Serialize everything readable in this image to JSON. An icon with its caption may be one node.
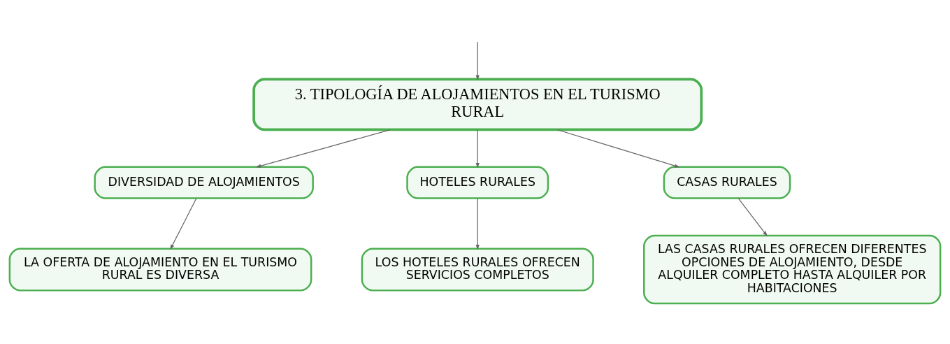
{
  "diagram": {
    "nodes": [
      {
        "text": [
          "3. TIPOLOGÍA DE ALOJAMIENTOS EN EL TURISMO RURAL"
        ]
      },
      {
        "text": [
          "DIVERSIDAD DE ALOJAMIENTOS"
        ]
      },
      {
        "text": [
          "HOTELES RURALES"
        ]
      },
      {
        "text": [
          "CASAS RURALES"
        ]
      },
      {
        "text": [
          "LA OFERTA DE ALOJAMIENTO EN EL TURISMO RURAL ES DIVERSA"
        ]
      },
      {
        "text": [
          "LOS HOTELES RURALES OFRECEN SERVICIOS COMPLETOS"
        ]
      },
      {
        "text": [
          "LAS CASAS RURALES OFRECEN DIFERENTES OPCIONES DE ALOJAMIENTO, DESDE ALQUILER COMPLETO HASTA ALQUILER POR HABITACIONES"
        ]
      }
    ],
    "edges": [
      {
        "from": null,
        "to": 0,
        "arrow": "to"
      },
      {
        "from": 0,
        "to": 1,
        "arrow": "to"
      },
      {
        "from": 0,
        "to": 2,
        "arrow": "to"
      },
      {
        "from": 0,
        "to": 3,
        "arrow": "to"
      },
      {
        "from": 1,
        "to": 4,
        "arrow": "to"
      },
      {
        "from": 2,
        "to": 5,
        "arrow": "to"
      },
      {
        "from": 3,
        "to": 6,
        "arrow": "to"
      }
    ]
  }
}
